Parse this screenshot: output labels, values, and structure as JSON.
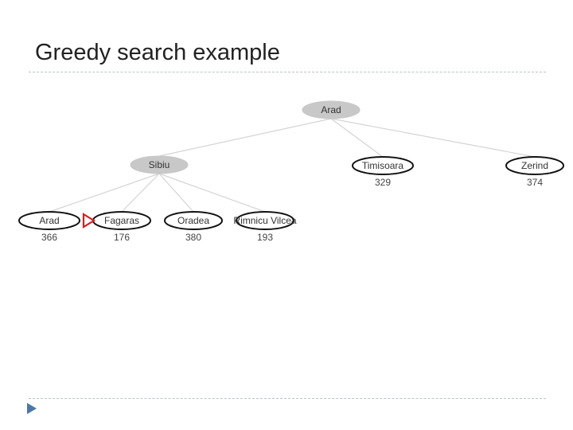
{
  "slide": {
    "title": "Greedy search example"
  },
  "tree": {
    "nodes": [
      {
        "id": "arad-root",
        "label": "Arad",
        "value": "",
        "state": "expanded"
      },
      {
        "id": "sibiu",
        "label": "Sibiu",
        "value": "",
        "state": "expanded"
      },
      {
        "id": "timisoara",
        "label": "Timisoara",
        "value": "329",
        "state": "frontier"
      },
      {
        "id": "zerind",
        "label": "Zerind",
        "value": "374",
        "state": "frontier"
      },
      {
        "id": "arad-leaf",
        "label": "Arad",
        "value": "366",
        "state": "frontier"
      },
      {
        "id": "fagaras",
        "label": "Fagaras",
        "value": "176",
        "state": "frontier",
        "marked": true
      },
      {
        "id": "oradea",
        "label": "Oradea",
        "value": "380",
        "state": "frontier"
      },
      {
        "id": "rimnicu-vilcea",
        "label": "Rimnicu Vilcea",
        "value": "193",
        "state": "frontier"
      }
    ],
    "edges": [
      [
        "arad-root",
        "sibiu"
      ],
      [
        "arad-root",
        "timisoara"
      ],
      [
        "arad-root",
        "zerind"
      ],
      [
        "sibiu",
        "arad-leaf"
      ],
      [
        "sibiu",
        "fagaras"
      ],
      [
        "sibiu",
        "oradea"
      ],
      [
        "sibiu",
        "rimnicu-vilcea"
      ]
    ]
  },
  "colors": {
    "expanded_fill": "#c8c8c8",
    "expanded_stroke": "#c8c8c8",
    "frontier_fill": "#ffffff",
    "frontier_stroke": "#111111",
    "edge": "#d4d4d4",
    "marker": "#d42020",
    "nav_arrow": "#4a78a8"
  },
  "icons": {
    "selection_marker": "selection-marker-icon",
    "next_slide": "next-slide-icon"
  }
}
